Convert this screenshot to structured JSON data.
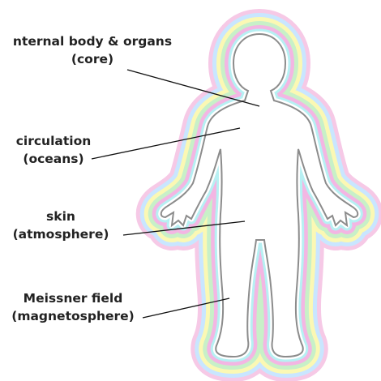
{
  "labels": [
    {
      "line1": "nternal body & organs",
      "line2": "(core)"
    },
    {
      "line1": "circulation",
      "line2": "(oceans)"
    },
    {
      "line1": "skin",
      "line2": "(atmosphere)"
    },
    {
      "line1": "Meissner field",
      "line2": "(magnetosphere)"
    }
  ],
  "colors": {
    "aura": [
      "#f6c9e6",
      "#c9e6ff",
      "#fbf8b4",
      "#c8f0c8",
      "#f3b6e3",
      "#b7f0f3",
      "#ffffff"
    ],
    "body_outline": "#8c8c8c",
    "leader_line": "#111111",
    "text": "#222222"
  }
}
